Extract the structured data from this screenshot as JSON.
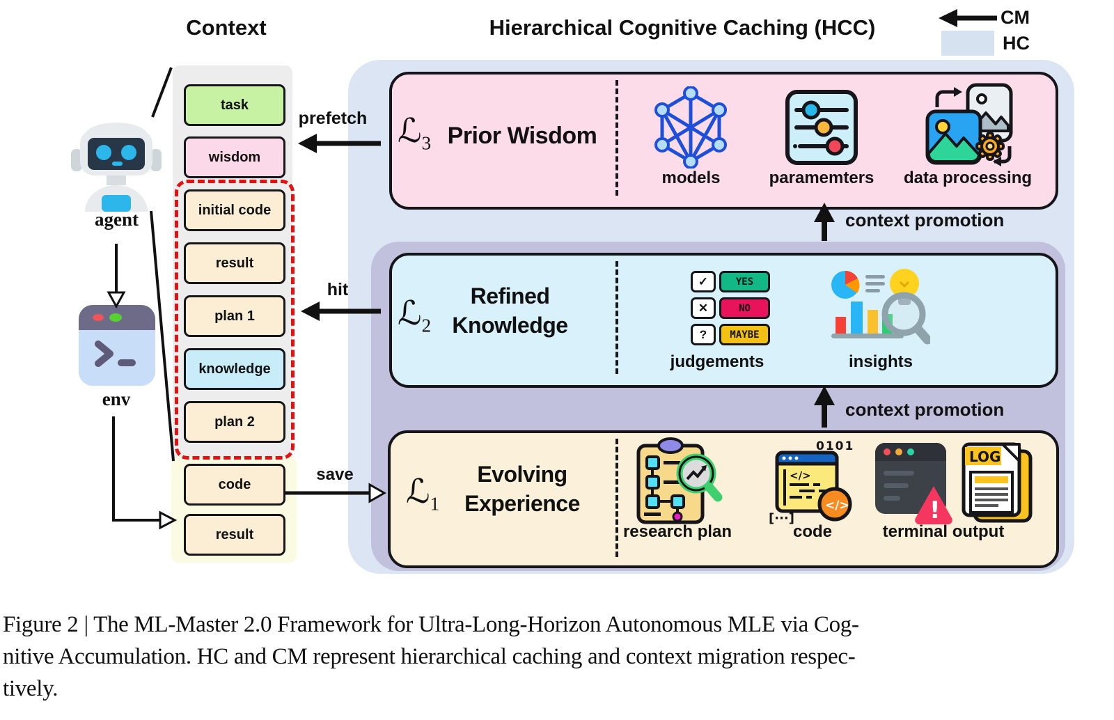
{
  "context": {
    "title": "Context",
    "agent_label": "agent",
    "env_label": "env",
    "boxes": [
      {
        "label": "task",
        "fill": "#c7f1a3"
      },
      {
        "label": "wisdom",
        "fill": "#fcd9e8"
      },
      {
        "label": "initial code",
        "fill": "#fbeed5"
      },
      {
        "label": "result",
        "fill": "#fbeed5"
      },
      {
        "label": "plan 1",
        "fill": "#fbeed5"
      },
      {
        "label": "knowledge",
        "fill": "#c9ecf9"
      },
      {
        "label": "plan 2",
        "fill": "#fbeed5"
      }
    ],
    "workspace_boxes": [
      {
        "label": "code",
        "fill": "#fbeed5"
      },
      {
        "label": "result",
        "fill": "#fbeed5"
      }
    ]
  },
  "hcc": {
    "title": "Hierarchical Cognitive Caching (HCC)",
    "promotion_label": "context promotion",
    "levels": [
      {
        "symbol": "ℒ",
        "sub": "3",
        "name": "Prior Wisdom",
        "bg": "#fcdce9",
        "items": [
          "models",
          "paramemters",
          "data processing"
        ]
      },
      {
        "symbol": "ℒ",
        "sub": "2",
        "name": "Refined Knowledge",
        "bg": "#d8f1fb",
        "items": [
          "judgements",
          "insights"
        ]
      },
      {
        "symbol": "ℒ",
        "sub": "1",
        "name": "Evolving Experience",
        "bg": "#fbf0d9",
        "items": [
          "research plan",
          "code",
          "terminal output"
        ]
      }
    ]
  },
  "legend": {
    "cm_label": "CM",
    "hc_label": "HC",
    "hc_color": "#d7e2f0",
    "cm_arrow_color": "#111111"
  },
  "arrows": {
    "prefetch": "prefetch",
    "hit": "hit",
    "save": "save"
  },
  "judgements": {
    "rows": [
      {
        "symbol": "✓",
        "label": "YES",
        "fill": "#12b886"
      },
      {
        "symbol": "✕",
        "label": "NO",
        "fill": "#e8135a"
      },
      {
        "symbol": "?",
        "label": "MAYBE",
        "fill": "#f2c114"
      }
    ]
  },
  "icon_text": {
    "code_bits": "0101",
    "code_brackets": "[···]",
    "code_tag": "</>",
    "log": "LOG",
    "warning": "!"
  },
  "caption": {
    "lines": [
      "Figure 2 | The ML-Master 2.0 Framework for Ultra-Long-Horizon Autonomous MLE via Cog-",
      "nitive Accumulation. HC and CM represent hierarchical caching and context migration respec-",
      "tively."
    ]
  }
}
